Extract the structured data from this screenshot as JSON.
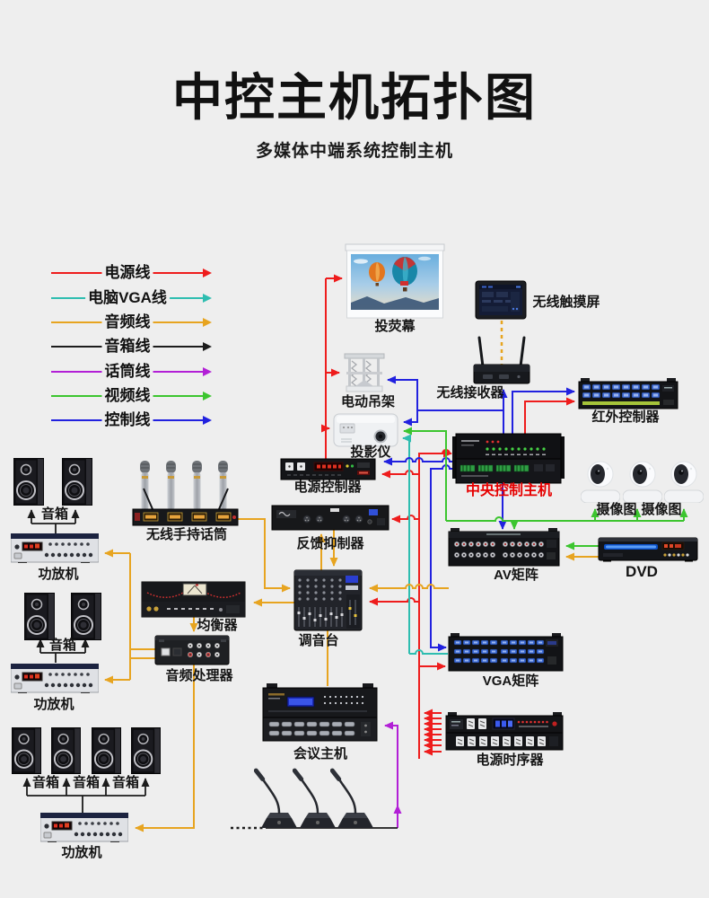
{
  "title": "中控主机拓扑图",
  "subtitle": "多媒体中端系统控制主机",
  "legend": {
    "items": [
      {
        "label": "电源线",
        "color": "#ee1c1c"
      },
      {
        "label": "电脑VGA线",
        "color": "#2ebdb0"
      },
      {
        "label": "音频线",
        "color": "#e7a420"
      },
      {
        "label": "音箱线",
        "color": "#1c1c1c"
      },
      {
        "label": "话筒线",
        "color": "#b21fd6"
      },
      {
        "label": "视频线",
        "color": "#3cc52f"
      },
      {
        "label": "控制线",
        "color": "#2121df"
      }
    ]
  },
  "nodes": {
    "screen": "投荧幕",
    "touch_panel": "无线触摸屏",
    "hanger": "电动吊架",
    "receiver": "无线接收器",
    "ir_controller": "红外控制器",
    "projector": "投影仪",
    "power_controller": "电源控制器",
    "central_host": "中央控制主机",
    "camera_1": "摄像图",
    "camera_2": "摄像图",
    "speaker_a": "音箱",
    "amp_a": "功放机",
    "wireless_mic": "无线手持话筒",
    "feedback": "反馈抑制器",
    "av_matrix": "AV矩阵",
    "dvd": "DVD",
    "equalizer": "均衡器",
    "mixer": "调音台",
    "speaker_b": "音箱",
    "audio_processor": "音频处理器",
    "amp_b": "功放机",
    "vga_matrix": "VGA矩阵",
    "conference_host": "会议主机",
    "sequencer": "电源时序器",
    "speaker_c1": "音箱",
    "speaker_c2": "音箱",
    "speaker_c3": "音箱",
    "amp_c": "功放机"
  },
  "accent": {
    "host_label_color": "#e60000",
    "background": "#eeeeee"
  }
}
